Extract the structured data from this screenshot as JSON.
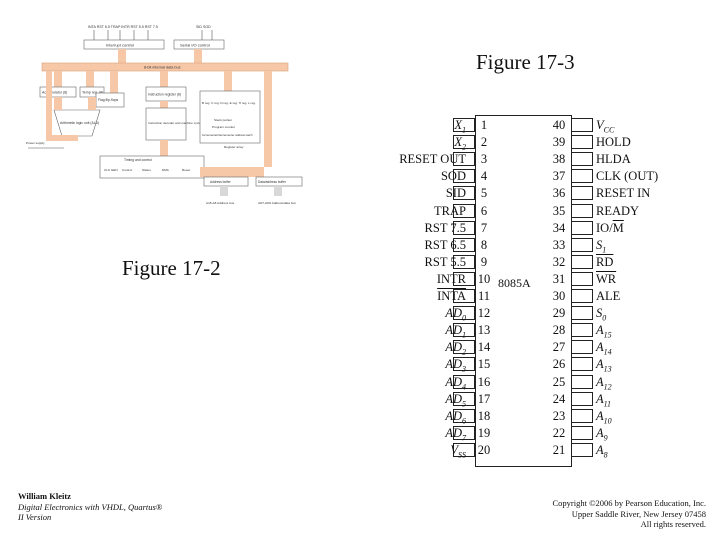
{
  "figure_17_3_label": "Figure 17-3",
  "figure_17_2_label": "Figure 17-2",
  "chip": {
    "name": "8085A",
    "left_pins": [
      {
        "num": "1",
        "label": "X",
        "sub": "1",
        "style": "italic"
      },
      {
        "num": "2",
        "label": "X",
        "sub": "2",
        "style": "italic"
      },
      {
        "num": "3",
        "label": "RESET OUT",
        "sub": "",
        "style": "normal"
      },
      {
        "num": "4",
        "label": "SOD",
        "sub": "",
        "style": "normal"
      },
      {
        "num": "5",
        "label": "SID",
        "sub": "",
        "style": "normal"
      },
      {
        "num": "6",
        "label": "TRAP",
        "sub": "",
        "style": "normal"
      },
      {
        "num": "7",
        "label": "RST 7.5",
        "sub": "",
        "style": "normal"
      },
      {
        "num": "8",
        "label": "RST 6.5",
        "sub": "",
        "style": "normal"
      },
      {
        "num": "9",
        "label": "RST 5.5",
        "sub": "",
        "style": "normal"
      },
      {
        "num": "10",
        "label": "INTR",
        "sub": "",
        "style": "normal"
      },
      {
        "num": "11",
        "label": "INTA",
        "sub": "",
        "style": "overline"
      },
      {
        "num": "12",
        "label": "AD",
        "sub": "0",
        "style": "italic"
      },
      {
        "num": "13",
        "label": "AD",
        "sub": "1",
        "style": "italic"
      },
      {
        "num": "14",
        "label": "AD",
        "sub": "2",
        "style": "italic"
      },
      {
        "num": "15",
        "label": "AD",
        "sub": "3",
        "style": "italic"
      },
      {
        "num": "16",
        "label": "AD",
        "sub": "4",
        "style": "italic"
      },
      {
        "num": "17",
        "label": "AD",
        "sub": "5",
        "style": "italic"
      },
      {
        "num": "18",
        "label": "AD",
        "sub": "6",
        "style": "italic"
      },
      {
        "num": "19",
        "label": "AD",
        "sub": "7",
        "style": "italic"
      },
      {
        "num": "20",
        "label": "V",
        "sub": "SS",
        "style": "italic"
      }
    ],
    "right_pins": [
      {
        "num": "40",
        "label": "V",
        "sub": "CC",
        "style": "italic"
      },
      {
        "num": "39",
        "label": "HOLD",
        "sub": "",
        "style": "normal"
      },
      {
        "num": "38",
        "label": "HLDA",
        "sub": "",
        "style": "normal"
      },
      {
        "num": "37",
        "label": "CLK (OUT)",
        "sub": "",
        "style": "normal"
      },
      {
        "num": "36",
        "label": "RESET IN",
        "sub": "",
        "style": "normal"
      },
      {
        "num": "35",
        "label": "READY",
        "sub": "",
        "style": "normal"
      },
      {
        "num": "34",
        "label": "IO/M",
        "sub": "",
        "style": "iom"
      },
      {
        "num": "33",
        "label": "S",
        "sub": "1",
        "style": "italic"
      },
      {
        "num": "32",
        "label": "RD",
        "sub": "",
        "style": "overline"
      },
      {
        "num": "31",
        "label": "WR",
        "sub": "",
        "style": "overline"
      },
      {
        "num": "30",
        "label": "ALE",
        "sub": "",
        "style": "normal"
      },
      {
        "num": "29",
        "label": "S",
        "sub": "0",
        "style": "italic"
      },
      {
        "num": "28",
        "label": "A",
        "sub": "15",
        "style": "italic"
      },
      {
        "num": "27",
        "label": "A",
        "sub": "14",
        "style": "italic"
      },
      {
        "num": "26",
        "label": "A",
        "sub": "13",
        "style": "italic"
      },
      {
        "num": "25",
        "label": "A",
        "sub": "12",
        "style": "italic"
      },
      {
        "num": "24",
        "label": "A",
        "sub": "11",
        "style": "italic"
      },
      {
        "num": "23",
        "label": "A",
        "sub": "10",
        "style": "italic"
      },
      {
        "num": "22",
        "label": "A",
        "sub": "9",
        "style": "italic"
      },
      {
        "num": "21",
        "label": "A",
        "sub": "8",
        "style": "italic"
      }
    ]
  },
  "block_diagram": {
    "top_signals": "INTA  RST 6.5  TRAP  INTR  RST 5.5  RST 7.5",
    "serial_signals": "SID  SOD",
    "interrupt_control": "Interrupt control",
    "serial_io_control": "Serial I/O control",
    "internal_bus": "8-bit internal data bus",
    "accumulator": "Accumulator (8)",
    "temp_reg": "Temp reg. (8)",
    "flag": "Flag flip-flops",
    "instruction_register": "Instruction register (8)",
    "alu": "Arithmetic logic unit (ALU)",
    "decoder": "Instruction decoder and machine cycle encoding",
    "registers": "B reg. C reg. D reg. E reg. H reg. L reg.",
    "stack_pointer": "Stack pointer",
    "program_counter": "Program counter",
    "incr_decr": "Incrementer/decrementer address latch",
    "register_array": "Register array",
    "timing_control": "Timing and control",
    "power": "Power supply",
    "clk_gen": "CLK GEN",
    "control": "Control",
    "status": "Status",
    "dma": "DMA",
    "reset": "Reset",
    "address_buffer": "Address buffer",
    "data_address_buffer": "Data/address buffer",
    "address_bus": "A15-A8 Address bus",
    "ad_bus": "AD7-AD0 Address/data bus"
  },
  "footer": {
    "author": "William Kleitz",
    "book_line1": "Digital Electronics with VHDL, Quartus®",
    "book_line2": "II Version",
    "copyright1": "Copyright ©2006 by Pearson Education, Inc.",
    "copyright2": "Upper Saddle River, New Jersey 07458",
    "copyright3": "All rights reserved."
  }
}
